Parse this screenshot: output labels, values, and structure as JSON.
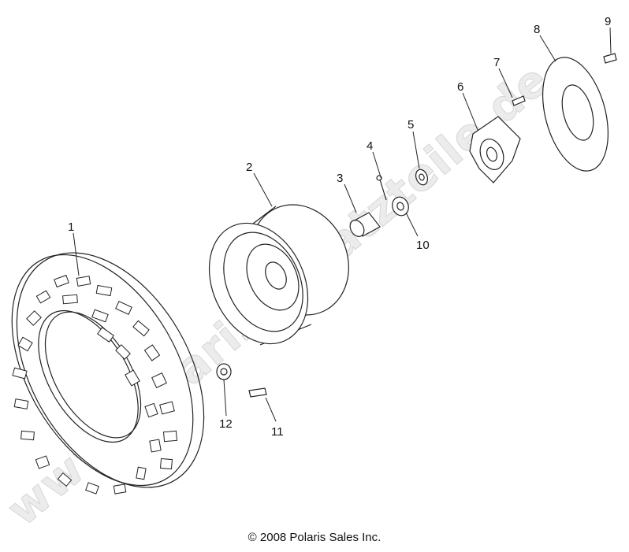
{
  "diagram": {
    "title": "",
    "watermark": "www.polaris-ersatzteile.de",
    "callouts": [
      {
        "id": "callout-1",
        "text": "1"
      },
      {
        "id": "callout-2",
        "text": "2"
      },
      {
        "id": "callout-3",
        "text": "3"
      },
      {
        "id": "callout-4",
        "text": "4"
      },
      {
        "id": "callout-5",
        "text": "5"
      },
      {
        "id": "callout-6",
        "text": "6"
      },
      {
        "id": "callout-7",
        "text": "7"
      },
      {
        "id": "callout-8",
        "text": "8"
      },
      {
        "id": "callout-9",
        "text": "9"
      },
      {
        "id": "callout-10",
        "text": "10"
      },
      {
        "id": "callout-11",
        "text": "11"
      },
      {
        "id": "callout-12",
        "text": "12"
      }
    ],
    "copyright": "© 2008 Polaris Sales Inc."
  }
}
